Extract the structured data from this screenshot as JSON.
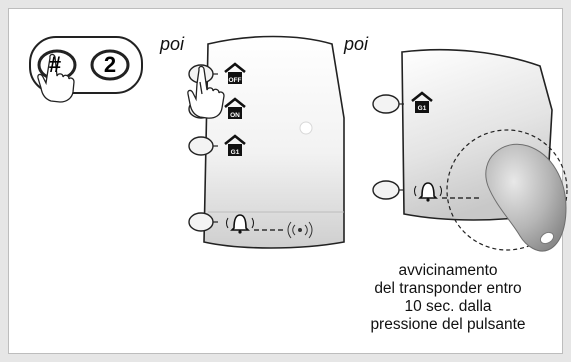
{
  "step_labels": [
    "poi",
    "poi"
  ],
  "keypad_keys": [
    "#",
    "2"
  ],
  "button_badges": [
    "OFF",
    "ON",
    "G1"
  ],
  "caption_lines": [
    "avvicinamento",
    "del transponder entro",
    "10 sec. dalla",
    "pressione del pulsante"
  ],
  "colors": {
    "frame": "#e6e6e6",
    "panel": "#ffffff",
    "device_top": "#ffffff",
    "device_bottom": "#cfcfcf",
    "outline": "#222222",
    "tag": "#b5b5b5"
  },
  "icons": [
    "hand-press-icon",
    "house-icon",
    "bell-icon",
    "wireless-icon",
    "transponder-tag"
  ]
}
